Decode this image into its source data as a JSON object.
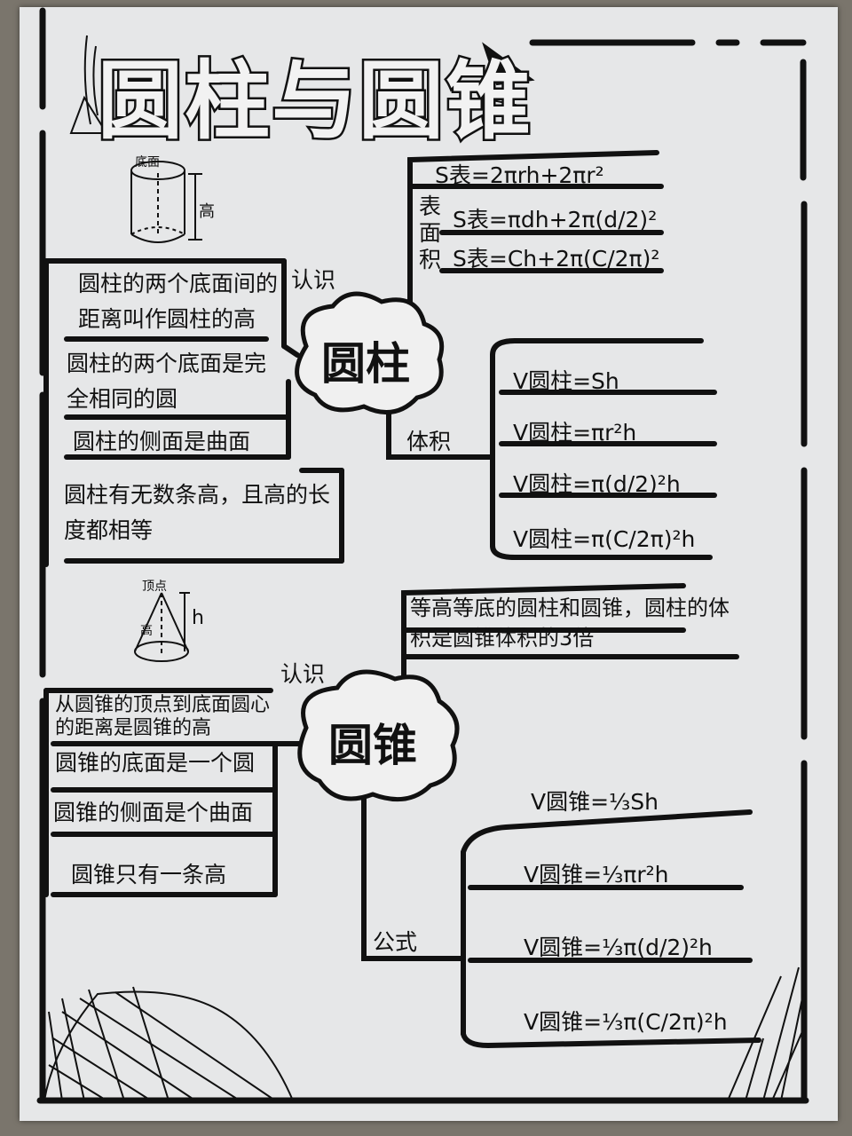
{
  "title": "圆柱与圆锥",
  "cylinder": {
    "hub": "圆柱",
    "recognize_label": "认识",
    "diagram": {
      "base_label": "底面",
      "height_label": "高"
    },
    "facts": [
      "圆柱的两个底面间的距离叫作圆柱的高",
      "圆柱的两个底面是完全相同的圆",
      "圆柱的侧面是曲面",
      "圆柱有无数条高，且高的长度都相等"
    ],
    "surface_area": {
      "label": "表面积",
      "formulas": [
        "S表=2πrh+2πr²",
        "S表=πdh+2π(d/2)²",
        "S表=Ch+2π(C/2π)²"
      ]
    },
    "volume": {
      "label": "体积",
      "formulas": [
        "V圆柱=Sh",
        "V圆柱=πr²h",
        "V圆柱=π(d/2)²h",
        "V圆柱=π(C/2π)²h"
      ]
    }
  },
  "cone": {
    "hub": "圆锥",
    "recognize_label": "认识",
    "diagram": {
      "apex_label": "顶点",
      "height_label": "高",
      "h_label": "h"
    },
    "facts": [
      "从圆锥的顶点到底面圆心的距离是圆锥的高",
      "圆锥的底面是一个圆",
      "圆锥的侧面是个曲面",
      "圆锥只有一条高"
    ],
    "relation": "等高等底的圆柱和圆锥，圆柱的体积是圆锥体积的3倍",
    "formula_label": "公式",
    "formulas": [
      "V圆锥=⅓Sh",
      "V圆锥=⅓πr²h",
      "V圆锥=⅓π(d/2)²h",
      "V圆锥=⅓π(C/2π)²h"
    ]
  }
}
